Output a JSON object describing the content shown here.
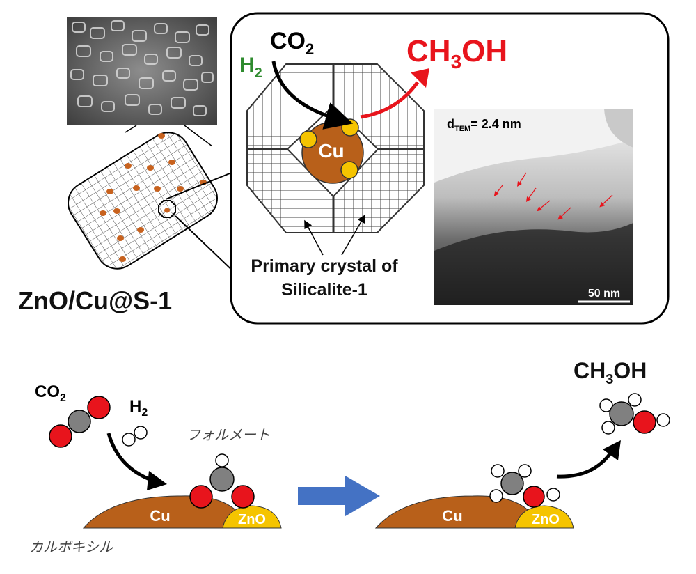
{
  "top_panel": {
    "material_label": "ZnO/Cu@S-1",
    "reactant_co2": "CO2",
    "reactant_h2": "H2",
    "product": "CH3OH",
    "metal_label": "Cu",
    "crystal_caption_line1": "Primary crystal of",
    "crystal_caption_line2": "Silicalite-1",
    "tem_size_label": "dTEM= 2.4 nm",
    "scale_bar_label": "50 nm"
  },
  "bottom_panel": {
    "co2_label": "CO2",
    "h2_label": "H2",
    "formate_label": "フォルメート",
    "carboxyl_label": "カルボキシル",
    "product_label": "CH3OH",
    "cu_label_left": "Cu",
    "zno_label_left": "ZnO",
    "cu_label_right": "Cu",
    "zno_label_right": "ZnO"
  },
  "colors": {
    "cu_brown": "#b8601a",
    "zno_yellow": "#f5c400",
    "oxygen_red": "#e8141c",
    "carbon_gray": "#808080",
    "arrow_red": "#e8141c",
    "arrow_blue": "#4472c4",
    "h2_green": "#2e8b2e"
  }
}
